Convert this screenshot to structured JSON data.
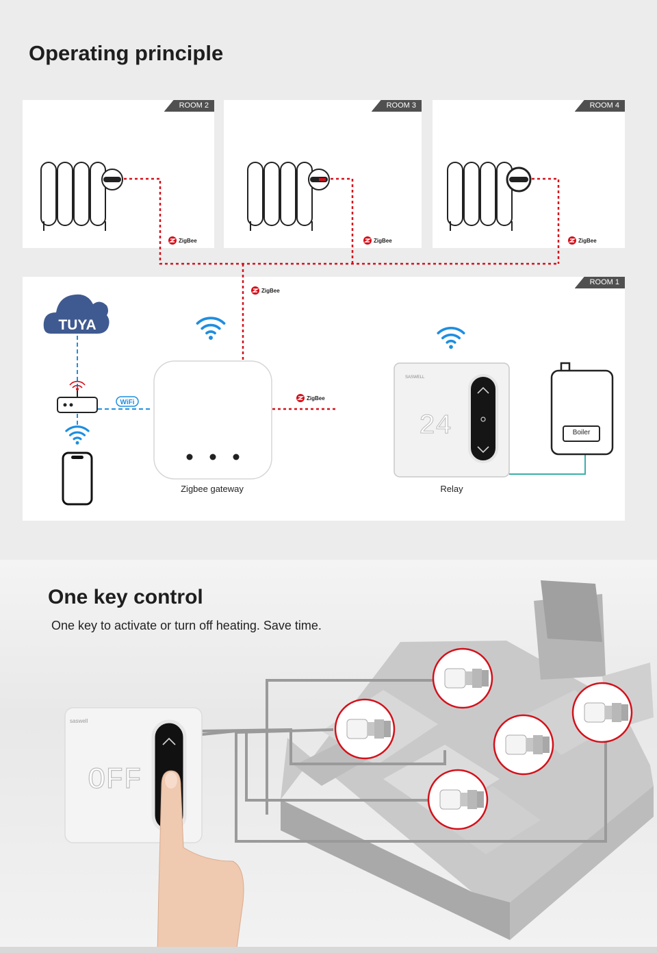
{
  "section1": {
    "title": "Operating principle",
    "rooms": [
      {
        "label": "ROOM 2"
      },
      {
        "label": "ROOM 3"
      },
      {
        "label": "ROOM 4"
      },
      {
        "label": "ROOM 1"
      }
    ],
    "zigbee_text": "ZigBee",
    "cloud_text": "TUYA",
    "wifi_text": "WiFi",
    "gateway_label": "Zigbee gateway",
    "relay_label": "Relay",
    "relay_brand": "SASWELL",
    "relay_display": "24",
    "boiler_label": "Boiler",
    "colors": {
      "zigbee_line": "#d4101a",
      "wifi_line": "#1e8ee0",
      "relay_line": "#38b0a8"
    }
  },
  "section2": {
    "title": "One key control",
    "subtitle": "One key to activate or turn off heating. Save time.",
    "thermostat_display": "OFF",
    "thermostat_brand": "saswell"
  }
}
